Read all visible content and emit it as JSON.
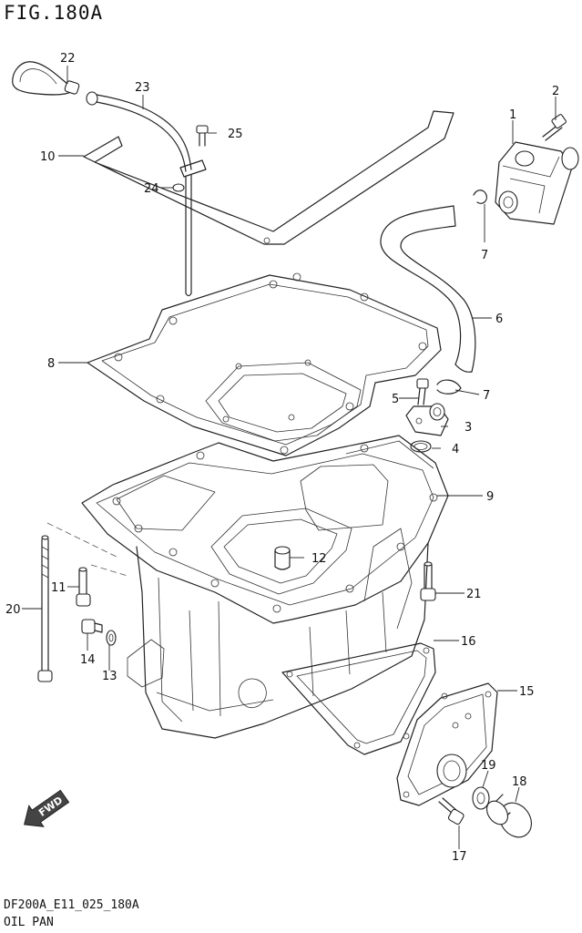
{
  "figure": {
    "title": "FIG.180A",
    "code": "DF200A_E11_025_180A",
    "name": "OIL PAN",
    "fwd_label": "FWD"
  },
  "callouts": {
    "c1": "1",
    "c2": "2",
    "c3": "3",
    "c4": "4",
    "c5": "5",
    "c6": "6",
    "c7a": "7",
    "c7b": "7",
    "c8": "8",
    "c9": "9",
    "c10": "10",
    "c11": "11",
    "c12": "12",
    "c13": "13",
    "c14": "14",
    "c15": "15",
    "c16": "16",
    "c17": "17",
    "c18": "18",
    "c19": "19",
    "c20": "20",
    "c21": "21",
    "c22": "22",
    "c23": "23",
    "c24": "24",
    "c25": "25"
  }
}
